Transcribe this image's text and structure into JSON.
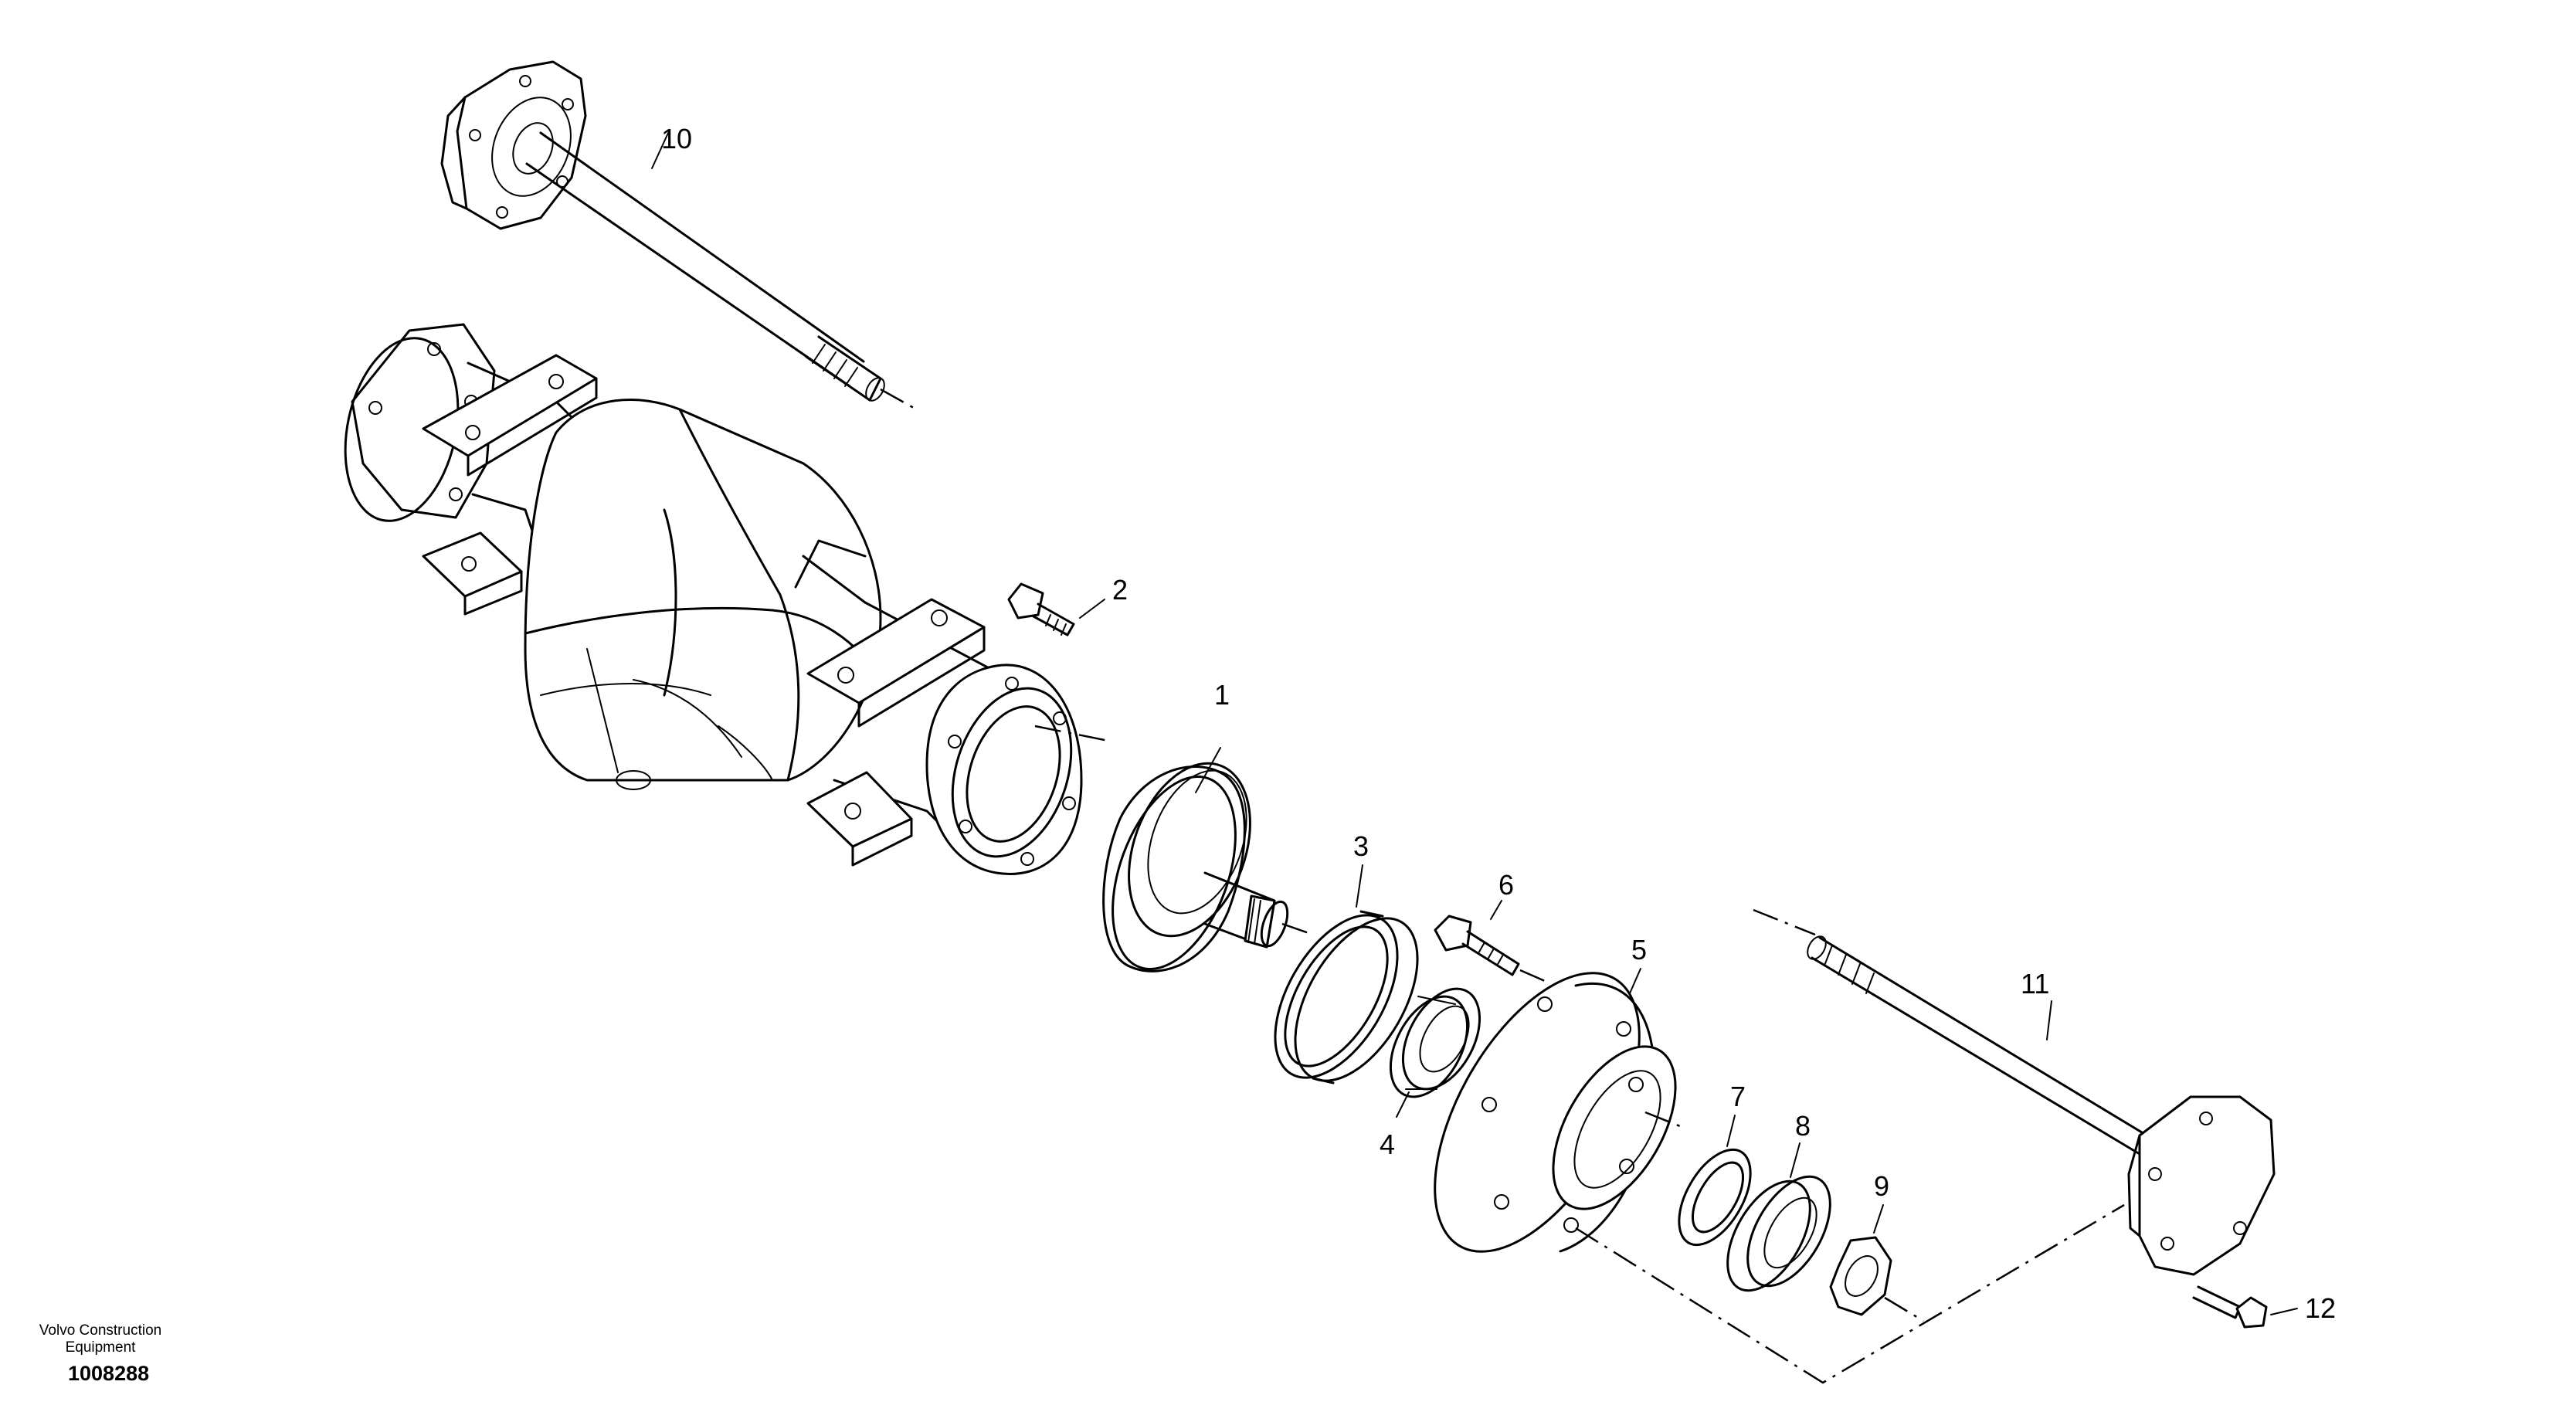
{
  "figure": {
    "callouts": [
      "1",
      "2",
      "3",
      "4",
      "5",
      "6",
      "7",
      "8",
      "9",
      "10",
      "11",
      "12"
    ]
  },
  "footer": {
    "brand": "Volvo Construction Equipment",
    "drawing_number": "1008288"
  }
}
